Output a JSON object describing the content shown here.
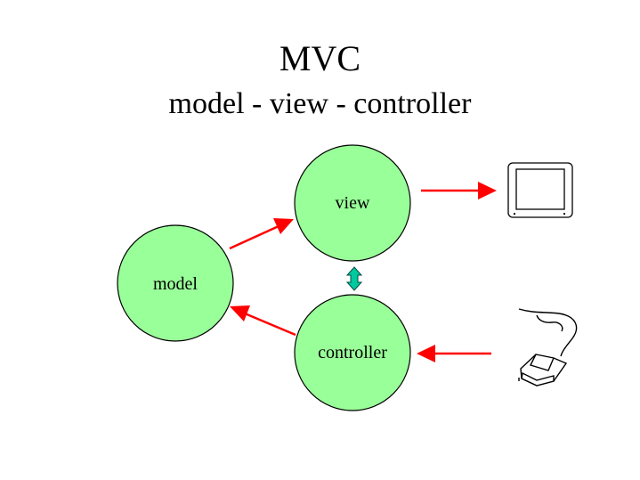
{
  "title": "MVC",
  "subtitle": "model - view  - controller",
  "nodes": {
    "view": "view",
    "model": "model",
    "controller": "controller"
  },
  "colors": {
    "node_fill": "#99FF99",
    "arrow": "#FF0000",
    "link_arrow": "#00C9A0"
  },
  "icons": {
    "output_device": "monitor-icon",
    "input_device": "mouse-icon"
  }
}
